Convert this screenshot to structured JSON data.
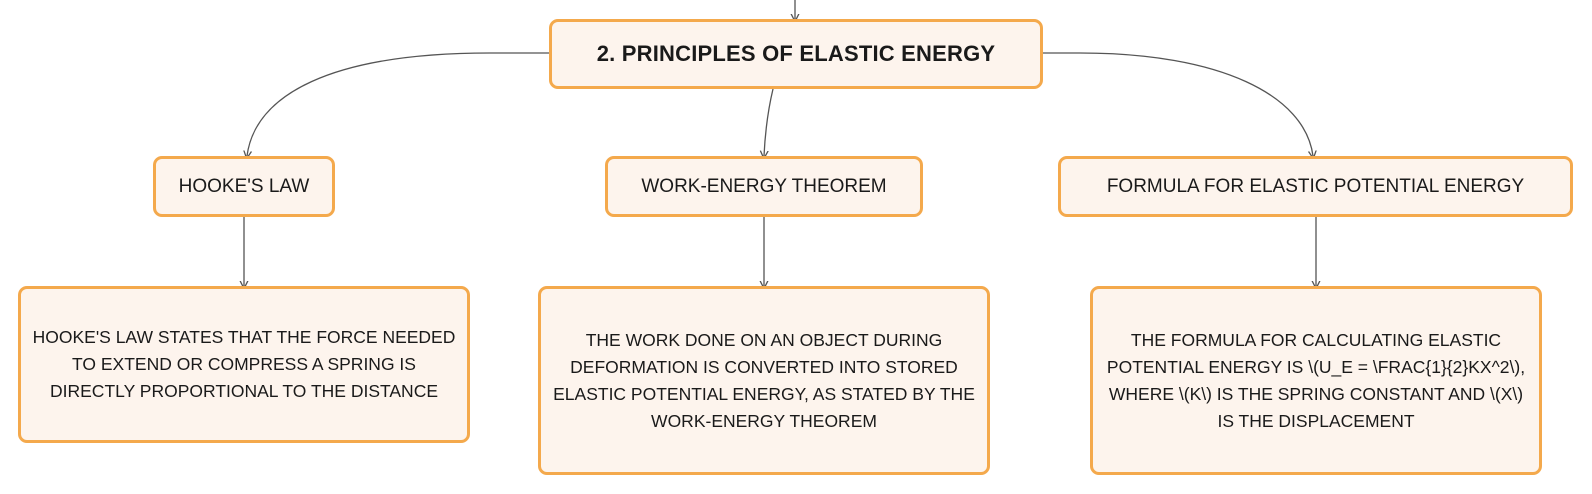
{
  "diagram": {
    "root": {
      "label": "2. PRINCIPLES OF ELASTIC ENERGY"
    },
    "branches": [
      {
        "label": "HOOKE'S LAW",
        "detail": "HOOKE'S LAW STATES THAT THE FORCE NEEDED TO EXTEND OR COMPRESS A SPRING IS DIRECTLY PROPORTIONAL TO THE DISTANCE"
      },
      {
        "label": "WORK-ENERGY THEOREM",
        "detail": "THE WORK DONE ON AN OBJECT DURING DEFORMATION IS CONVERTED INTO STORED ELASTIC POTENTIAL ENERGY, AS STATED BY THE WORK-ENERGY THEOREM"
      },
      {
        "label": "FORMULA FOR ELASTIC POTENTIAL ENERGY",
        "detail": "THE FORMULA FOR CALCULATING ELASTIC POTENTIAL ENERGY IS \\(U_E = \\FRAC{1}{2}KX^2\\), WHERE \\(K\\) IS THE SPRING CONSTANT AND \\(X\\) IS THE DISPLACEMENT"
      }
    ],
    "colors": {
      "node_fill": "#fdf4ed",
      "node_border": "#f4a94c",
      "connector": "#555555",
      "text": "#1a1a1a"
    }
  }
}
